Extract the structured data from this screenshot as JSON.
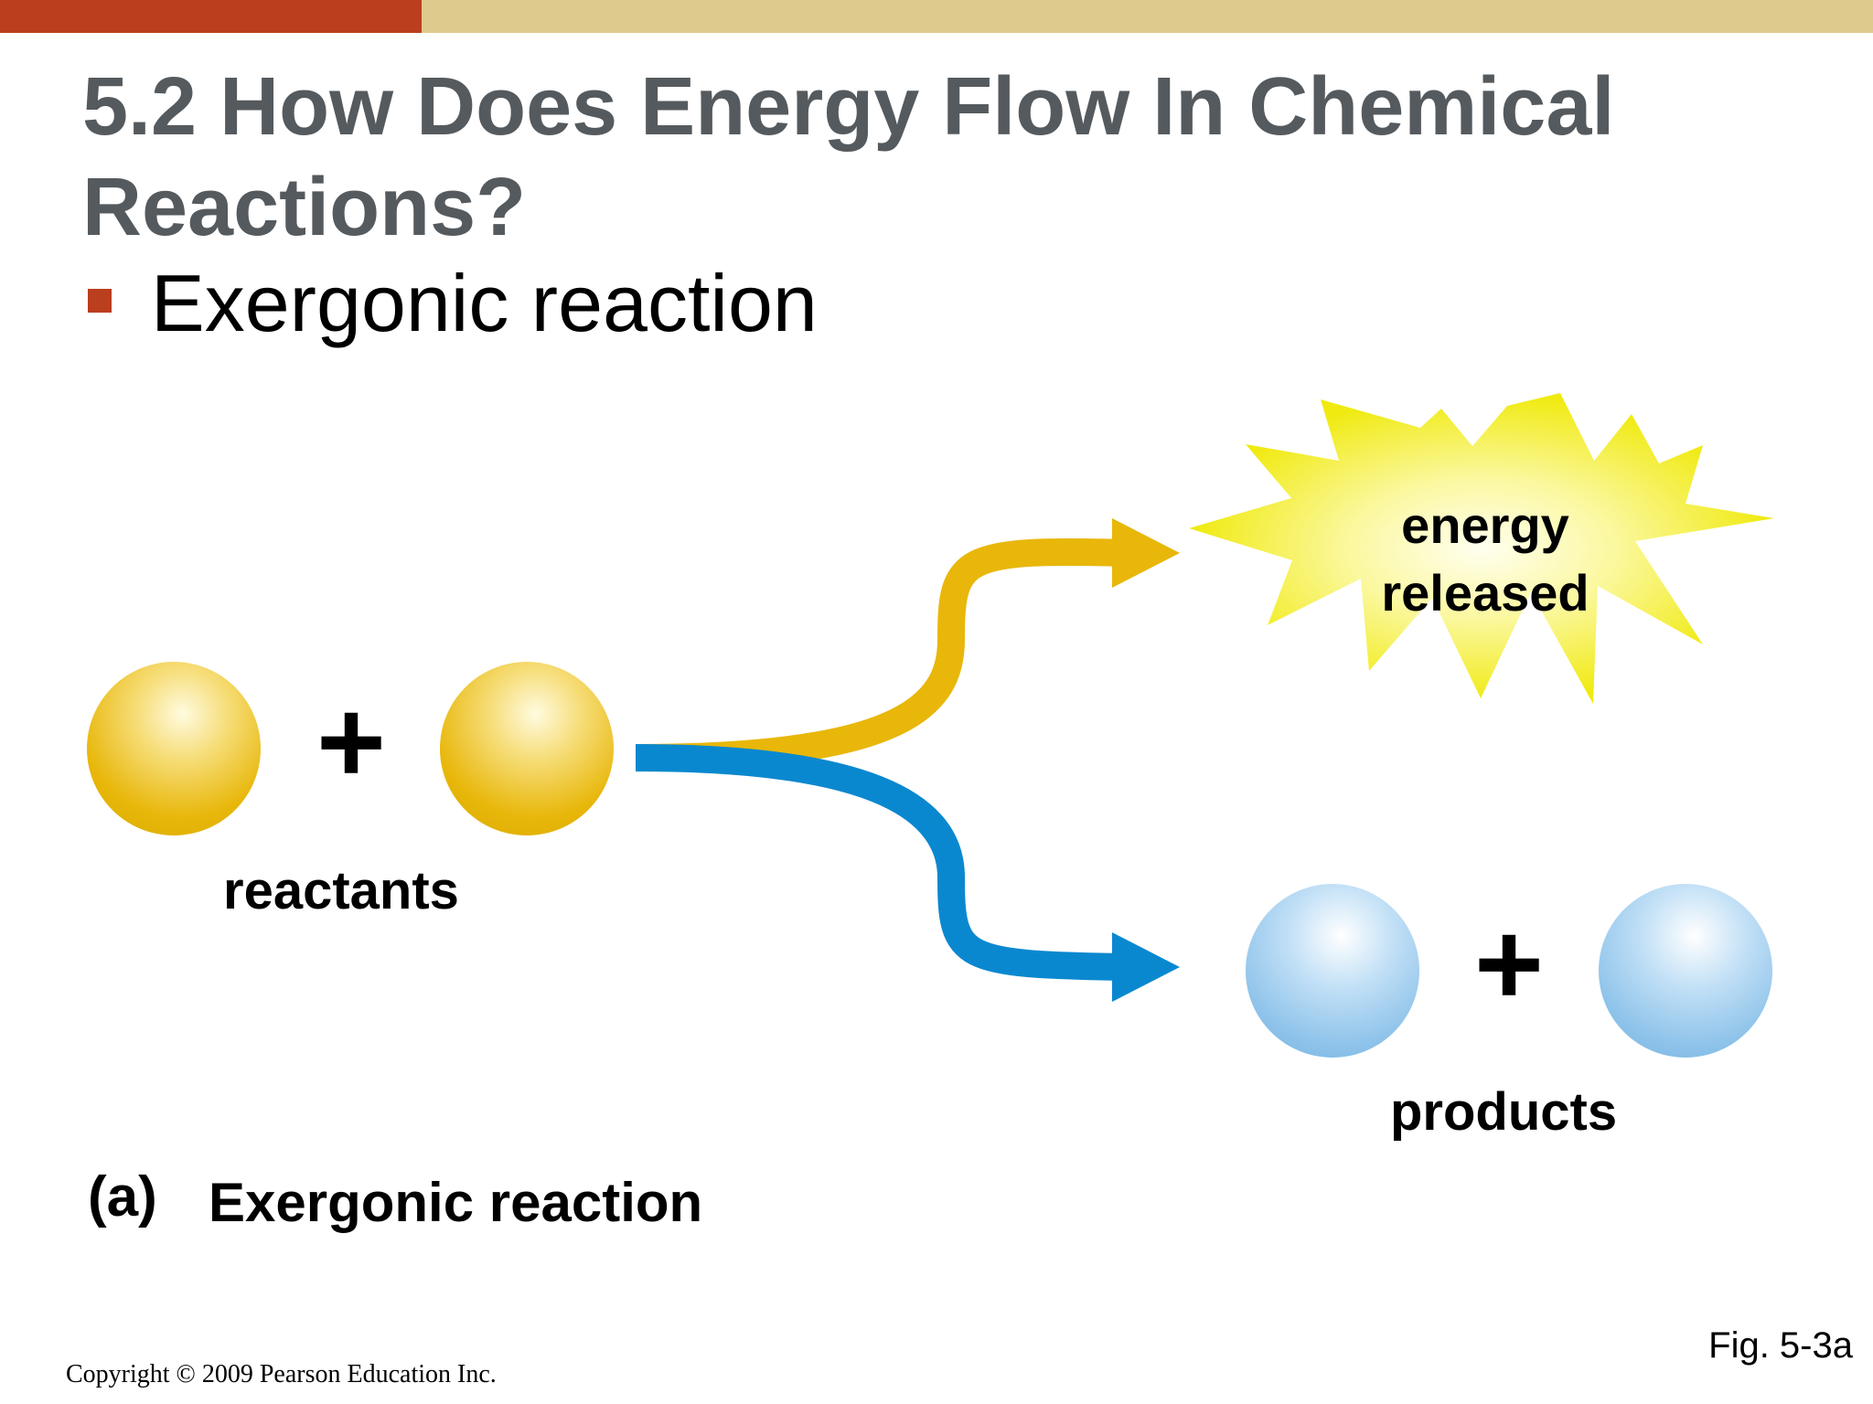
{
  "slide": {
    "title": "5.2 How Does Energy Flow In Chemical Reactions?",
    "bullet": "Exergonic reaction",
    "copyright": "Copyright © 2009 Pearson Education Inc.",
    "figure_label": "Fig. 5-3a"
  },
  "diagram": {
    "reactants_label": "reactants",
    "products_label": "products",
    "energy_label_line1": "energy",
    "energy_label_line2": "released",
    "plus_sign": "+",
    "panel_letter": "(a)",
    "panel_caption": "Exergonic reaction",
    "icons": [
      "reactant-sphere-icon",
      "product-sphere-icon",
      "energy-burst-icon",
      "energy-arrow-icon",
      "product-arrow-icon"
    ]
  },
  "colors": {
    "accent_red": "#bb3e1e",
    "accent_tan": "#dfca8d",
    "title_gray": "#555a5e",
    "reactant_yellow": "#e8b70a",
    "product_blue": "#8ec3ea",
    "energy_arrow": "#e8b70a",
    "product_arrow": "#0a88cf",
    "burst_yellow": "#f3ee0f"
  }
}
